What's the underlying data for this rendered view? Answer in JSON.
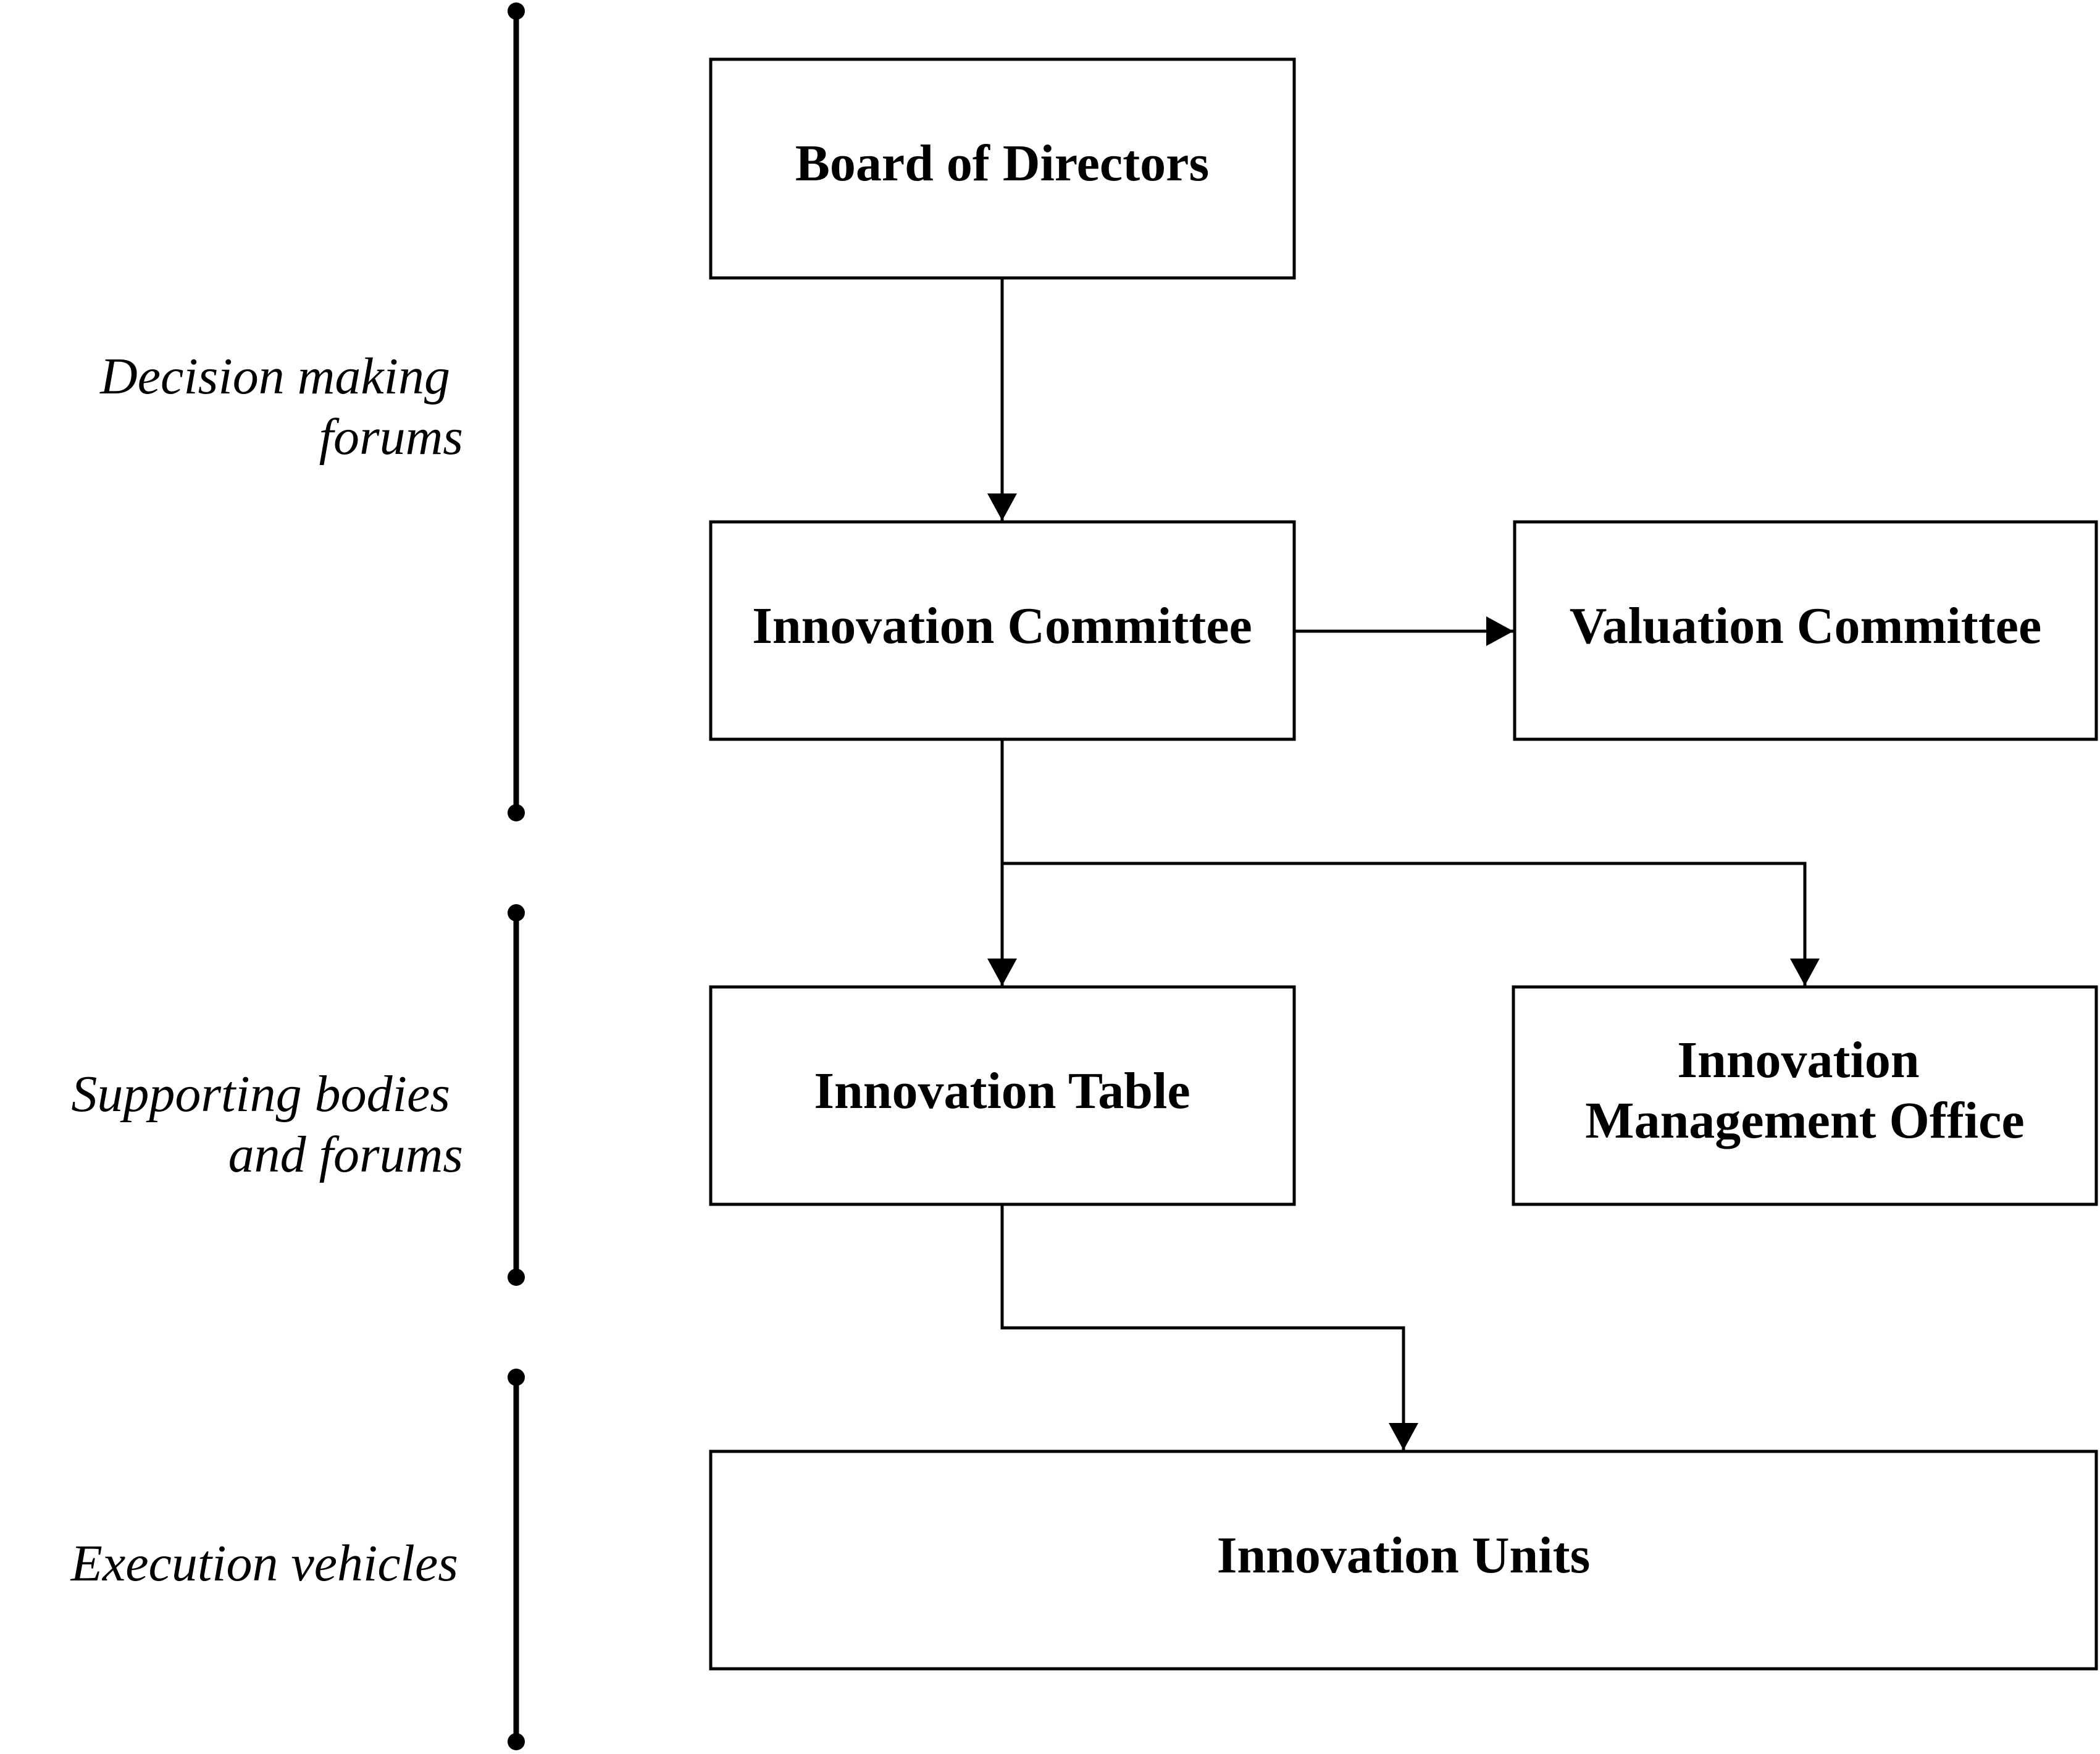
{
  "tiers": [
    {
      "id": "decision",
      "lines": [
        "Decision making",
        "forums"
      ]
    },
    {
      "id": "supporting",
      "lines": [
        "Supporting bodies",
        "and forums"
      ]
    },
    {
      "id": "execution",
      "lines": [
        "Execution vehicles"
      ]
    }
  ],
  "nodes": {
    "board": {
      "lines": [
        "Board of Directors"
      ]
    },
    "innovation_committee": {
      "lines": [
        "Innovation Committee"
      ]
    },
    "valuation_committee": {
      "lines": [
        "Valuation Committee"
      ]
    },
    "innovation_table": {
      "lines": [
        "Innovation Table"
      ]
    },
    "innovation_management_office": {
      "lines": [
        "Innovation",
        "Management Office"
      ]
    },
    "innovation_units": {
      "lines": [
        "Innovation Units"
      ]
    }
  },
  "edges": [
    {
      "from": "board",
      "to": "innovation_committee"
    },
    {
      "from": "innovation_committee",
      "to": "valuation_committee"
    },
    {
      "from": "innovation_committee",
      "to": "innovation_table"
    },
    {
      "from": "innovation_committee",
      "to": "innovation_management_office"
    },
    {
      "from": "innovation_table",
      "to": "innovation_units"
    }
  ]
}
